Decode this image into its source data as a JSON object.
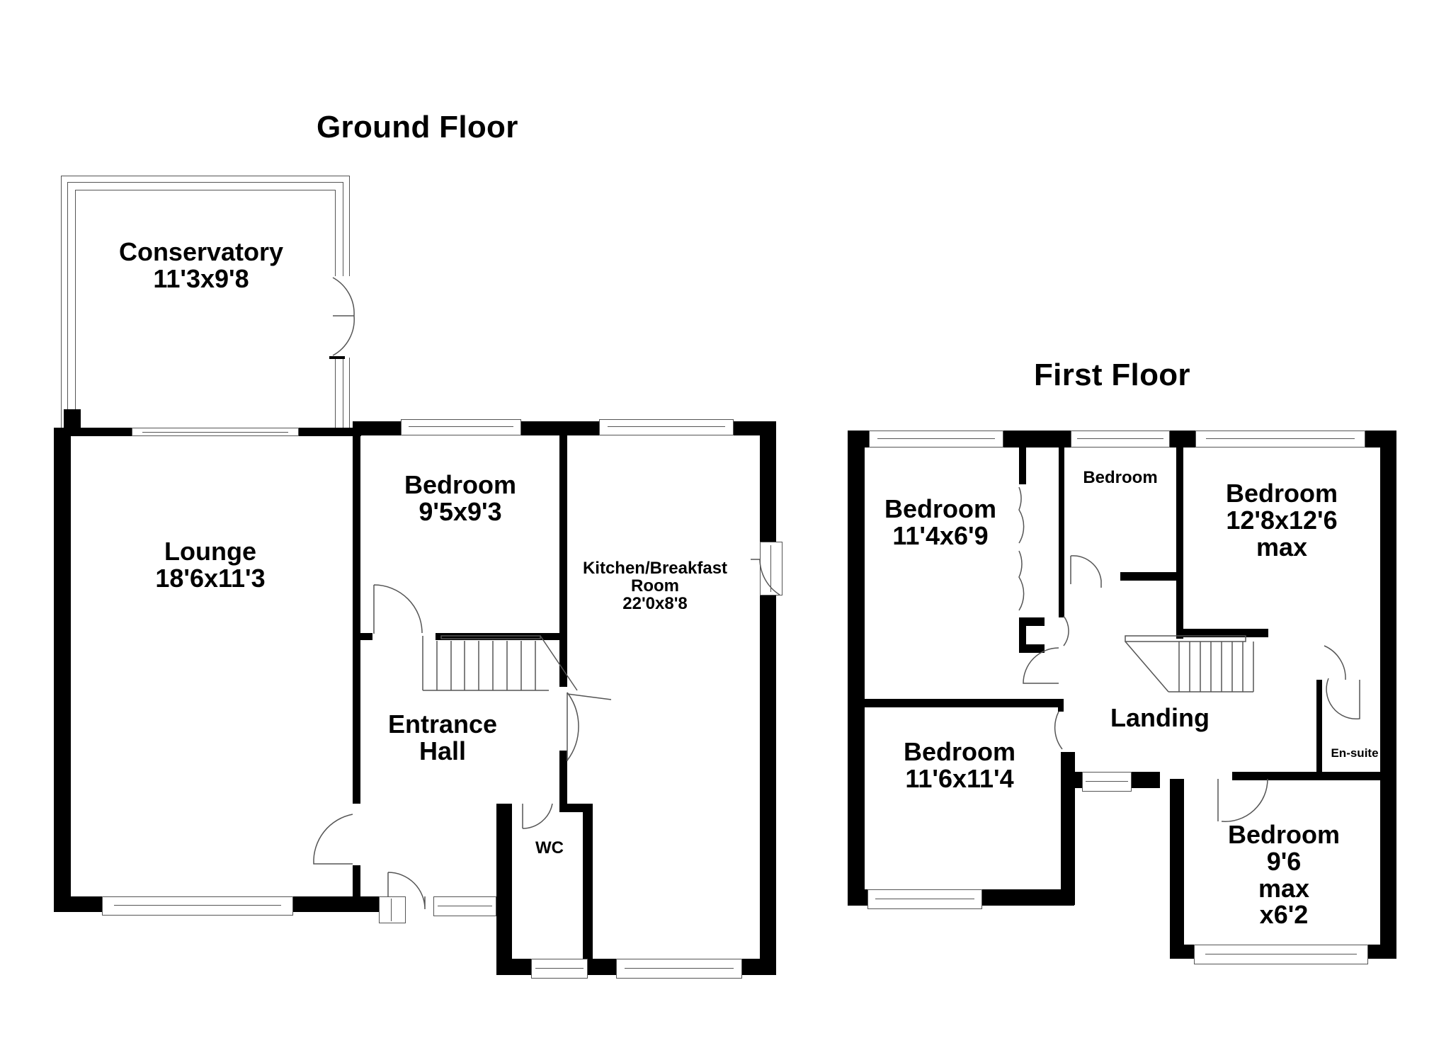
{
  "ground_floor": {
    "title": "Ground Floor",
    "rooms": [
      {
        "name": "Conservatory",
        "dims": "11'3x9'8"
      },
      {
        "name": "Lounge",
        "dims": "18'6x11'3"
      },
      {
        "name": "Bedroom",
        "dims": "9'5x9'3"
      },
      {
        "name": "Kitchen/Breakfast",
        "name2": "Room",
        "dims": "22'0x8'8"
      },
      {
        "name": "Entrance",
        "name2": "Hall"
      },
      {
        "name": "WC"
      }
    ]
  },
  "first_floor": {
    "title": "First Floor",
    "rooms": [
      {
        "name": "Bedroom",
        "dims": "11'4x6'9"
      },
      {
        "name": "Bedroom"
      },
      {
        "name": "Bedroom",
        "dims": "12'8x12'6",
        "note": "max"
      },
      {
        "name": "Landing"
      },
      {
        "name": "Bedroom",
        "dims": "11'6x11'4"
      },
      {
        "name": "En-suite"
      },
      {
        "name": "Bedroom",
        "dims": "9'6",
        "note": "max",
        "dims2": "x6'2"
      }
    ]
  },
  "colors": {
    "wall": "#000000",
    "background": "#ffffff",
    "fixture_line": "#555555"
  }
}
